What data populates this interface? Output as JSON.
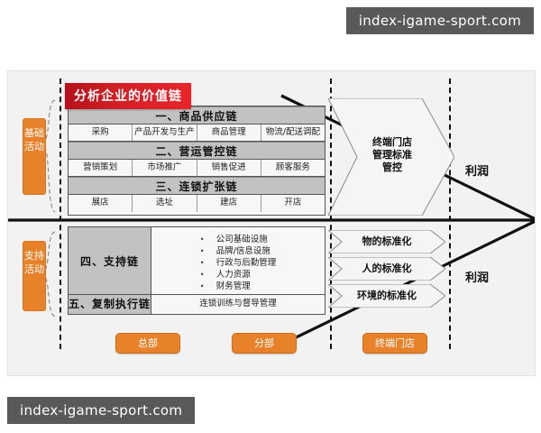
{
  "watermark": {
    "top": "index-igame-sport.com",
    "bottom": "index-igame-sport.com"
  },
  "diagram": {
    "title": "分析企业的价值链",
    "side_labels": {
      "basic": "基础活动",
      "support": "支持活动"
    },
    "chains": [
      {
        "header": "一、商品供应链",
        "cells": [
          "采购",
          "产品开发与生产",
          "商品管理",
          "物流/配送调配"
        ]
      },
      {
        "header": "二、营运管控链",
        "cells": [
          "营销策划",
          "市场推广",
          "销售促进",
          "顾客服务"
        ]
      },
      {
        "header": "三、连锁扩张链",
        "cells": [
          "展店",
          "选址",
          "建店",
          "开店"
        ]
      }
    ],
    "support_chain": {
      "label": "四、支持链",
      "items": [
        "公司基础设施",
        "品牌/信息设施",
        "行政与后勤管理",
        "人力资源",
        "财务管理"
      ]
    },
    "replication_chain": {
      "label": "五、复制执行链",
      "value": "连锁训练与督导管理"
    },
    "big_chevron": {
      "line1": "终端门店",
      "line2": "管理标准",
      "line3": "管控"
    },
    "standard_chevrons": [
      "物的标准化",
      "人的标准化",
      "环境的标准化"
    ],
    "profit_labels": {
      "upper": "利润",
      "lower": "利润"
    },
    "bottom_pills": [
      "总部",
      "分部",
      "终端门店"
    ],
    "colors": {
      "accent_orange": "#e8822a",
      "title_red": "#d42027",
      "header_gray": "#c2c2c2",
      "canvas_bg": "#f2f2f2",
      "watermark_bg": "#595959"
    }
  }
}
